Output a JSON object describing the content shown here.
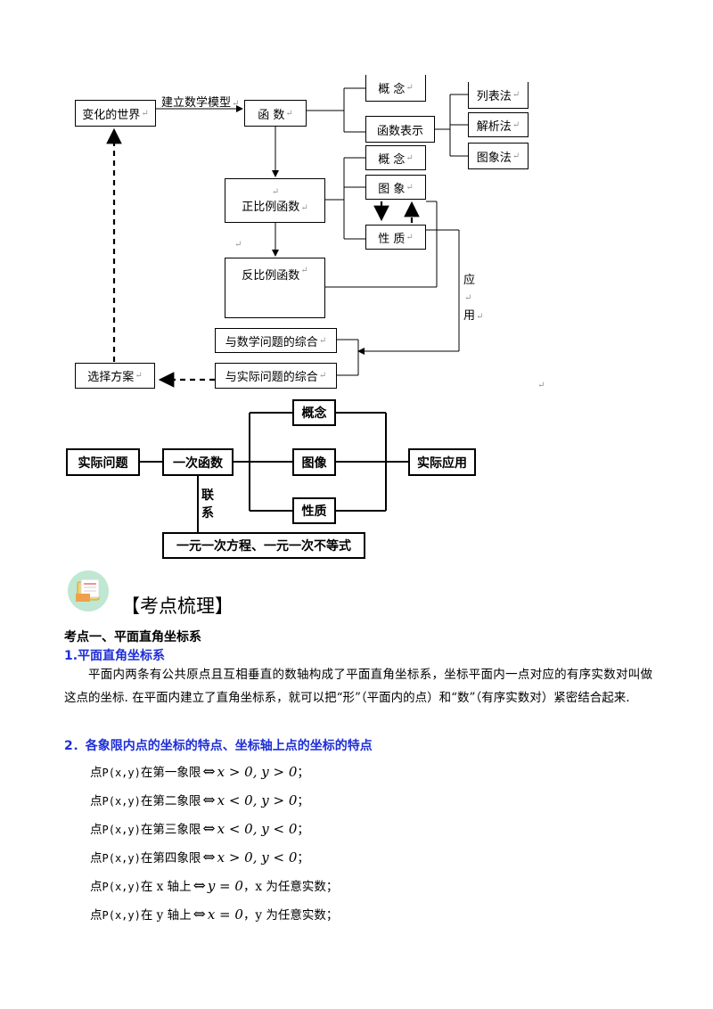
{
  "diagram1": {
    "bianhua": "变化的世界",
    "jianli": "建立数学模型",
    "hanshu": "函    数",
    "gainian_top": "概  念",
    "hanshu_biaoshi": "函数表示",
    "liebiao": "列表法",
    "jiexi": "解析法",
    "tuxiang_fa": "图象法",
    "gainian2": "概    念",
    "tuxiang2": "图    象",
    "xingzhi2": "性    质",
    "zhengbili": "正比例函数",
    "fanbili": "反比例函数",
    "ying": "应",
    "yong": "用",
    "shuxue_zonghe": "与数学问题的综合",
    "shiji_zonghe": "与实际问题的综合",
    "xuanze": "选择方案"
  },
  "diagram2": {
    "shiji_wenti": "实际问题",
    "yici_hanshu": "一次函数",
    "gainian": "概念",
    "tuxiang": "图像",
    "xingzhi": "性质",
    "shiji_yingyong": "实际应用",
    "lianxi_1": "联",
    "lianxi_2": "系",
    "fangcheng": "一元一次方程、一元一次不等式"
  },
  "section": {
    "title": "【考点梳理】",
    "kaodian1": "考点一、平面直角坐标系",
    "sub1": "1.平面直角坐标系",
    "para1": "平面内两条有公共原点且互相垂直的数轴构成了平面直角坐标系，坐标平面内一点对应的有序实数对叫做这点的坐标. 在平面内建立了直角坐标系，就可以把“形”（平面内的点）和“数”（有序实数对）紧密结合起来.",
    "sub2": "2．各象限内点的坐标的特点、坐标轴上点的坐标的特点"
  },
  "conditions": [
    {
      "pre": "点",
      "pt": "P(x,y)",
      "post": "在第一象限",
      "iff": "⇔",
      "math": "x > 0, y > 0",
      "tail": "；"
    },
    {
      "pre": "点",
      "pt": "P(x,y)",
      "post": "在第二象限",
      "iff": "⇔",
      "math": "x < 0, y > 0",
      "tail": "；"
    },
    {
      "pre": "点",
      "pt": "P(x,y)",
      "post": "在第三象限",
      "iff": "⇔",
      "math": "x < 0, y < 0",
      "tail": "；"
    },
    {
      "pre": "点",
      "pt": "P(x,y)",
      "post": "在第四象限",
      "iff": "⇔",
      "math": "x > 0, y < 0",
      "tail": "；"
    },
    {
      "pre": "点",
      "pt": "P(x,y)",
      "post": "在 x 轴上",
      "iff": "⇔",
      "math": "y = 0",
      "tail": "，x 为任意实数；"
    },
    {
      "pre": "点",
      "pt": "P(x,y)",
      "post": "在 y 轴上",
      "iff": "⇔",
      "math": "x = 0",
      "tail": "，y 为任意实数；"
    }
  ],
  "return_mark": "↵"
}
